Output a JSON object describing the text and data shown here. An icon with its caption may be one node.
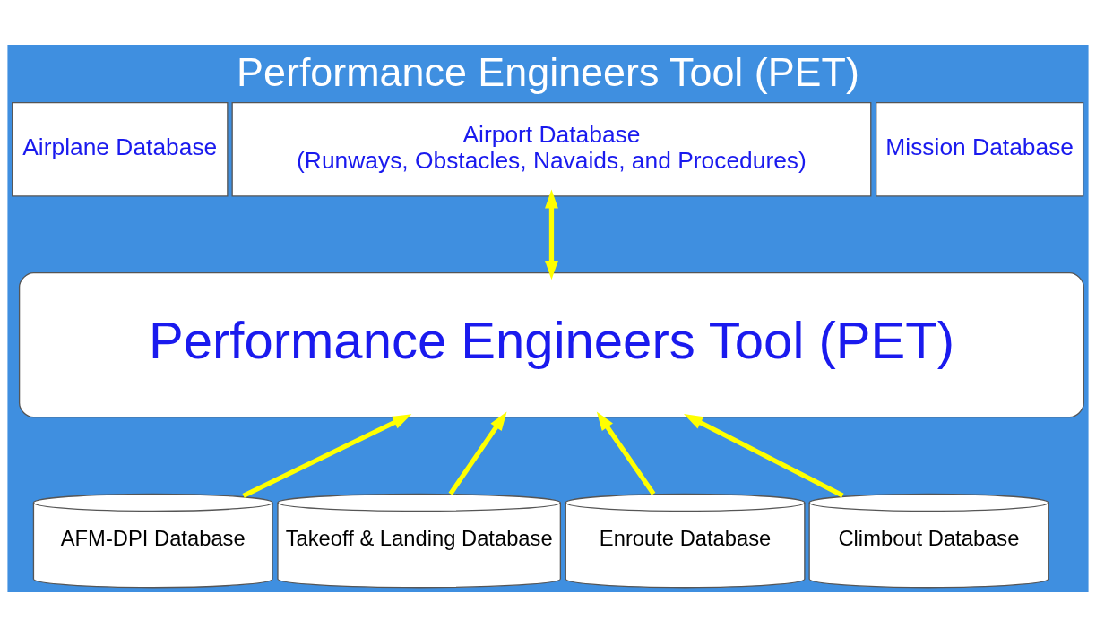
{
  "diagram": {
    "title": "Performance Engineers Tool (PET)",
    "nodes": [
      {
        "text": [
          "Airplane Database"
        ]
      },
      {
        "text": [
          "Airport Database",
          "(Runways, Obstacles, Navaids, and Procedures)"
        ]
      },
      {
        "text": [
          "Mission Database"
        ]
      },
      {
        "text": [
          "Performance Engineers Tool (PET)"
        ]
      },
      {
        "text": [
          "AFM-DPI Database"
        ]
      },
      {
        "text": [
          "Takeoff & Landing Database"
        ]
      },
      {
        "text": [
          "Enroute Database"
        ]
      },
      {
        "text": [
          "Climbout Database"
        ]
      }
    ],
    "edges": [
      {
        "from": 3,
        "to": 1,
        "arrow": "both"
      },
      {
        "from": 4,
        "to": 3,
        "arrow": "to"
      },
      {
        "from": 5,
        "to": 3,
        "arrow": "to"
      },
      {
        "from": 6,
        "to": 3,
        "arrow": "to"
      },
      {
        "from": 7,
        "to": 3,
        "arrow": "to"
      }
    ]
  }
}
